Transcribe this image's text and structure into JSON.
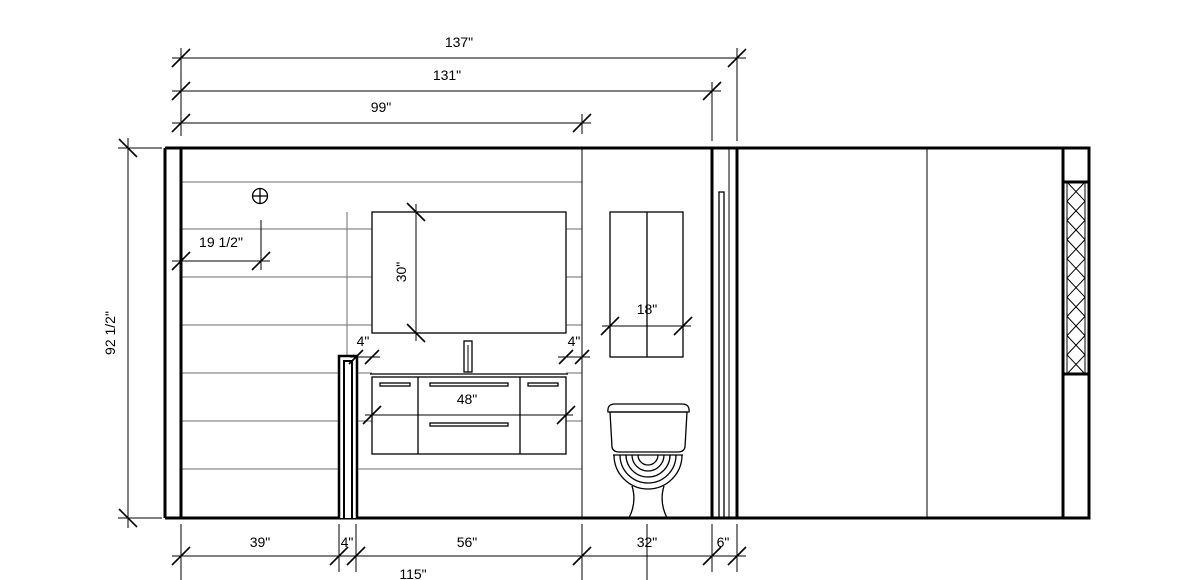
{
  "colors": {
    "line": "#000000",
    "tile_line": "#6e6e6e",
    "background": "#ffffff"
  },
  "icons": {
    "outlet": "outlet-icon"
  },
  "dimensions": {
    "top": {
      "overall": "137\"",
      "to_wall": "131\"",
      "to_partition": "99\""
    },
    "height": "92 1/2\"",
    "outlet_offset": "19 1/2\"",
    "mirror_height": "30\"",
    "cabinet_width": "18\"",
    "vanity_gap_left": "4\"",
    "vanity_gap_right": "4\"",
    "vanity_width": "48\"",
    "bottom": {
      "seg1": "39\"",
      "seg2": "4\"",
      "seg3": "56\"",
      "seg4": "32\"",
      "seg5": "6\"",
      "to_toilet_center": "115\""
    }
  }
}
